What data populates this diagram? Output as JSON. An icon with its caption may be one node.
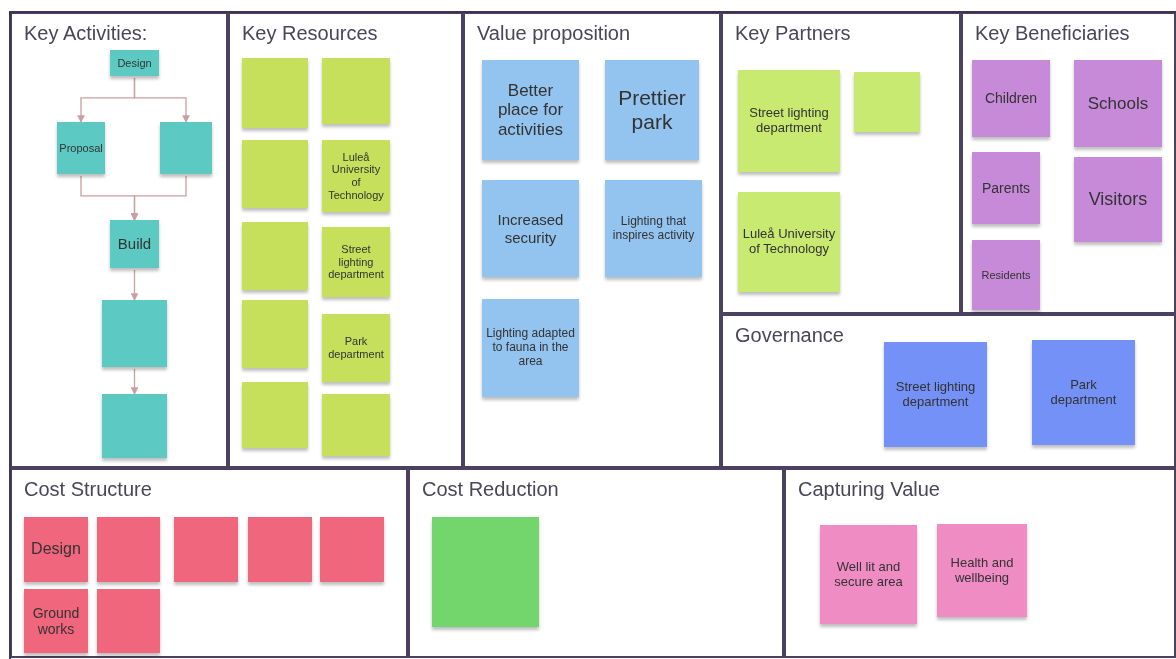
{
  "diagram": {
    "nodes": [
      {
        "text": [
          "Key Activities:"
        ]
      },
      {
        "text": [
          "Design"
        ],
        "in": 0
      },
      {
        "text": [
          "Proposal"
        ],
        "in": 0
      },
      {
        "text": [],
        "shape": "box",
        "in": 0
      },
      {
        "text": [
          "Build"
        ],
        "in": 0
      },
      {
        "text": [],
        "shape": "box",
        "in": 0
      },
      {
        "text": [],
        "shape": "box",
        "in": 0
      },
      {
        "text": [
          "Key Resources"
        ]
      },
      {
        "text": [],
        "shape": "box",
        "in": 7
      },
      {
        "text": [],
        "shape": "box",
        "in": 7
      },
      {
        "text": [],
        "shape": "box",
        "in": 7
      },
      {
        "text": [
          "Luleå University of Technology"
        ],
        "in": 7
      },
      {
        "text": [],
        "shape": "box",
        "in": 7
      },
      {
        "text": [
          "Street lighting department"
        ],
        "in": 7
      },
      {
        "text": [],
        "shape": "box",
        "in": 7
      },
      {
        "text": [
          "Park department"
        ],
        "in": 7
      },
      {
        "text": [],
        "shape": "box",
        "in": 7
      },
      {
        "text": [],
        "shape": "box",
        "in": 7
      },
      {
        "text": [
          "Value proposition"
        ]
      },
      {
        "text": [
          "Better place for activities"
        ],
        "in": 18
      },
      {
        "text": [
          "Prettier park"
        ],
        "in": 18
      },
      {
        "text": [
          "Increased security"
        ],
        "in": 18
      },
      {
        "text": [
          "Lighting that inspires activity"
        ],
        "in": 18
      },
      {
        "text": [
          "Lighting adapted to fauna in the area"
        ],
        "in": 18
      },
      {
        "text": [
          "Key Partners"
        ]
      },
      {
        "text": [
          "Street lighting department"
        ],
        "in": 24
      },
      {
        "text": [],
        "shape": "box",
        "in": 24
      },
      {
        "text": [
          "Luleå University of Technology"
        ],
        "in": 24
      },
      {
        "text": [
          "Key Beneficiaries"
        ]
      },
      {
        "text": [
          "Children"
        ],
        "in": 28
      },
      {
        "text": [
          "Schools"
        ],
        "in": 28
      },
      {
        "text": [
          "Parents"
        ],
        "in": 28
      },
      {
        "text": [
          "Visitors"
        ],
        "in": 28
      },
      {
        "text": [
          "Residents"
        ],
        "in": 28
      },
      {
        "text": [
          "Governance"
        ]
      },
      {
        "text": [
          "Street lighting department"
        ],
        "in": 34
      },
      {
        "text": [
          "Park department"
        ],
        "in": 34
      },
      {
        "text": [
          "Cost Structure"
        ]
      },
      {
        "text": [
          "Design"
        ],
        "in": 37
      },
      {
        "text": [],
        "shape": "box",
        "in": 37
      },
      {
        "text": [],
        "shape": "box",
        "in": 37
      },
      {
        "text": [],
        "shape": "box",
        "in": 37
      },
      {
        "text": [],
        "shape": "box",
        "in": 37
      },
      {
        "text": [
          "Ground works"
        ],
        "in": 37
      },
      {
        "text": [],
        "shape": "box",
        "in": 37
      },
      {
        "text": [
          "Cost Reduction"
        ]
      },
      {
        "text": [],
        "shape": "box",
        "in": 45
      },
      {
        "text": [
          "Capturing Value"
        ]
      },
      {
        "text": [
          "Well lit and secure area"
        ],
        "in": 47
      },
      {
        "text": [
          "Health and wellbeing"
        ],
        "in": 47
      }
    ],
    "edges": [
      {
        "from": 1,
        "to": 2,
        "arrow": "to"
      },
      {
        "from": 1,
        "to": 3,
        "arrow": "to"
      },
      {
        "from": 2,
        "to": 4,
        "arrow": "to"
      },
      {
        "from": 3,
        "to": 4,
        "arrow": "to"
      },
      {
        "from": 4,
        "to": 5,
        "arrow": "to"
      },
      {
        "from": 5,
        "to": 6,
        "arrow": "to"
      }
    ]
  }
}
